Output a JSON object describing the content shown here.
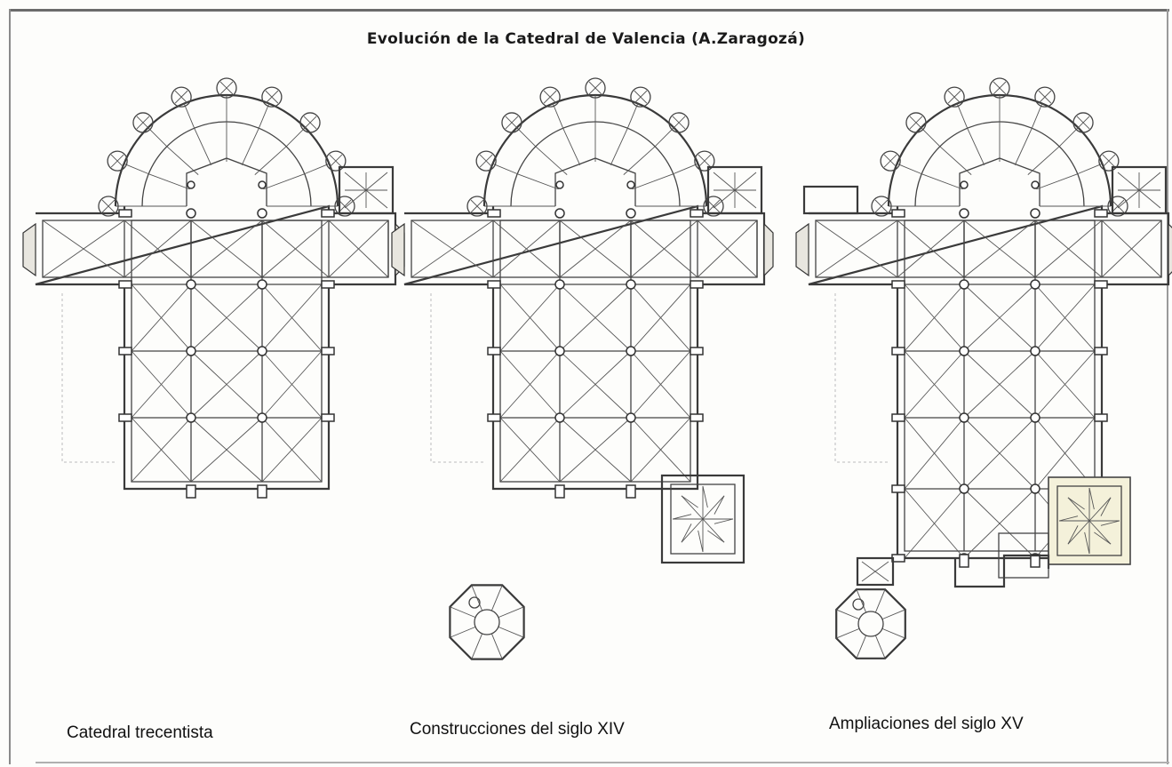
{
  "title": "Evolución de la Catedral de Valencia (A.Zaragozá)",
  "plans": [
    {
      "caption": "Catedral trecentista"
    },
    {
      "caption": "Construcciones del siglo XIV"
    },
    {
      "caption": "Ampliaciones del siglo XV"
    }
  ],
  "colors": {
    "ink": "#333333",
    "frame": "#6b6b6b",
    "tint": "#f4f1da"
  }
}
